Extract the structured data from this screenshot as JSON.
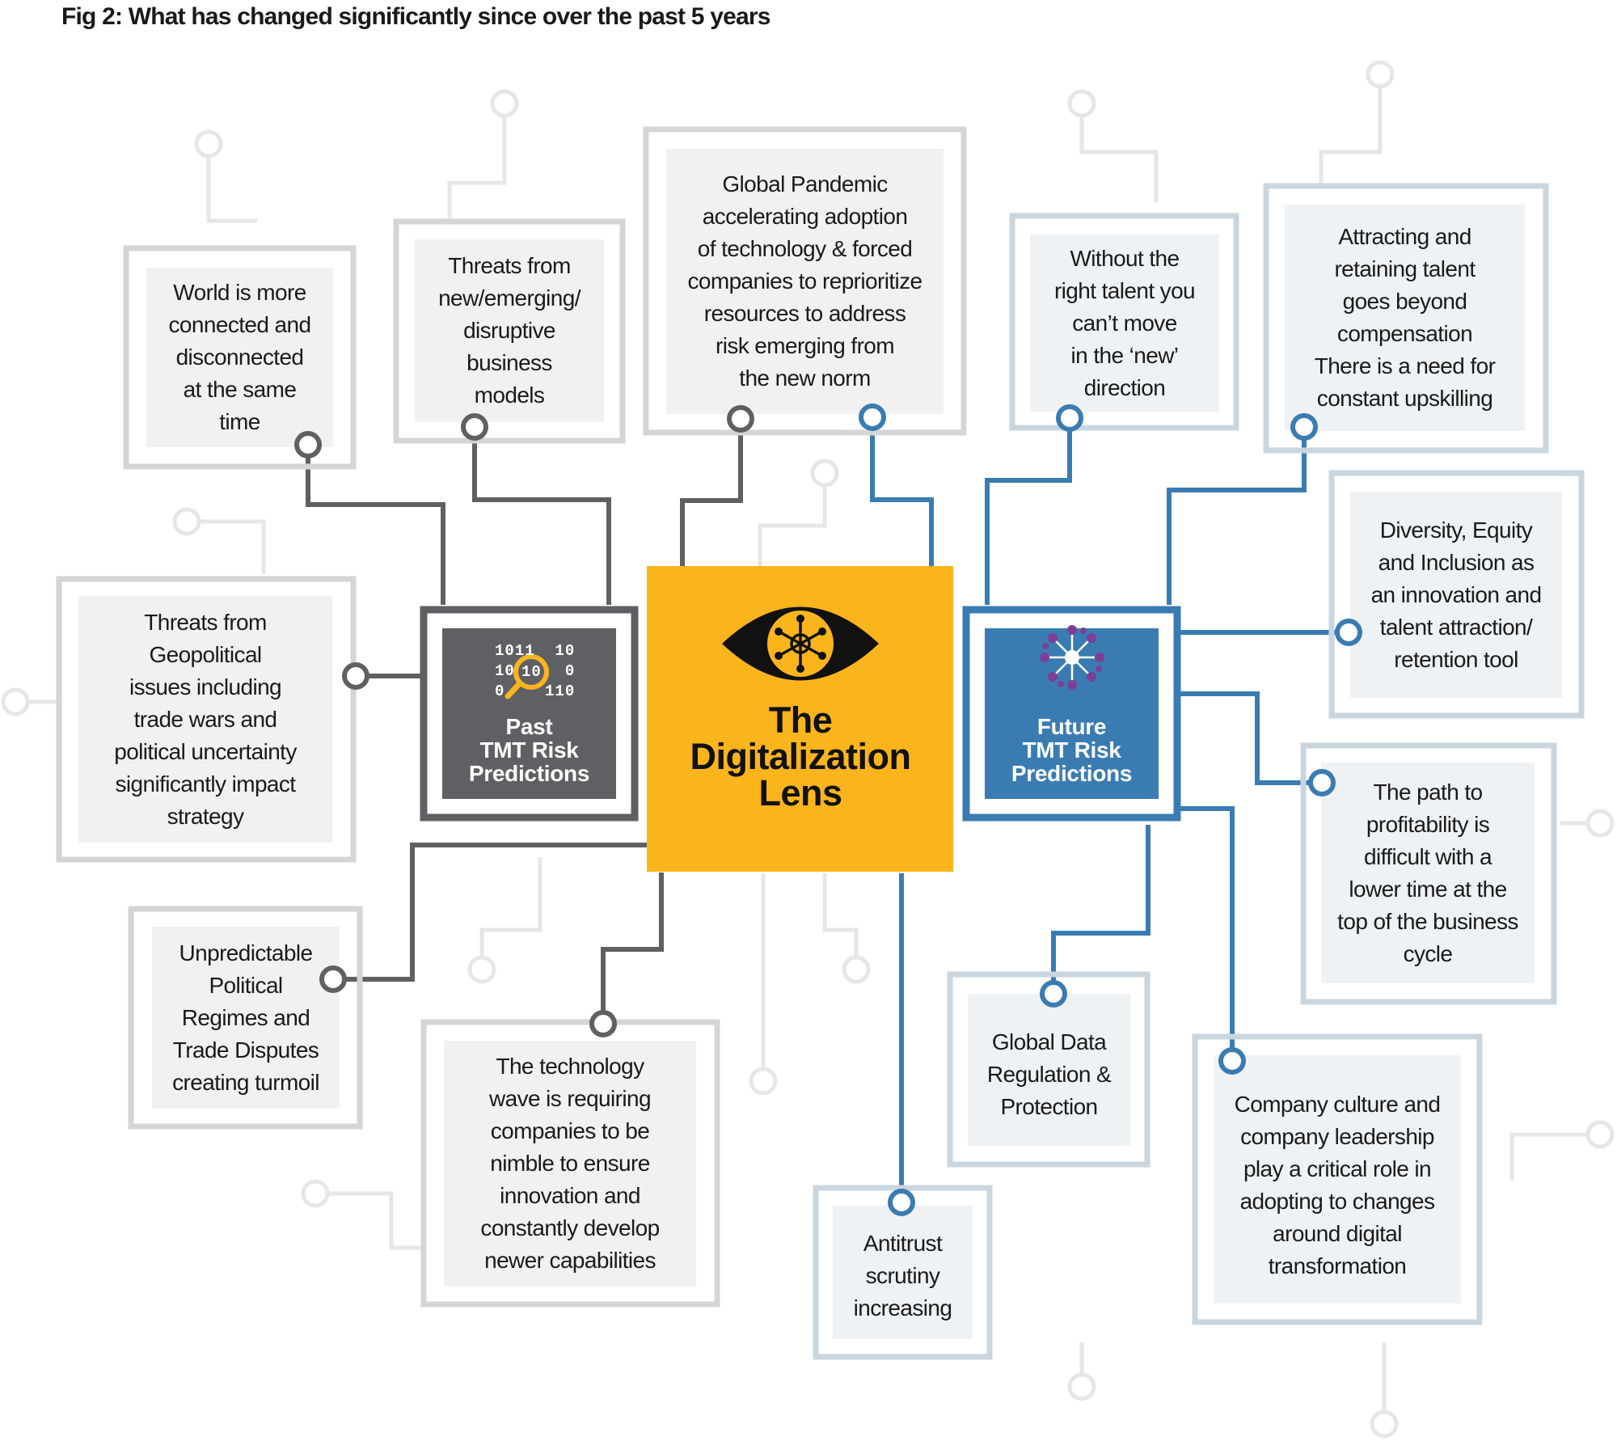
{
  "title": "Fig 2: What has changed significantly since over the past 5 years",
  "center": {
    "lines": [
      "The",
      "Digitalization",
      "Lens"
    ],
    "icon": "eye-with-network-icon"
  },
  "past": {
    "lines": [
      "Past",
      "TMT Risk",
      "Predictions"
    ],
    "icon": "binary-magnifier-icon",
    "binary_lines": [
      "1011  10",
      "10     0",
      "0    110"
    ],
    "magnifier_text": "10"
  },
  "future": {
    "lines": [
      "Future",
      "TMT Risk",
      "Predictions"
    ],
    "icon": "network-burst-icon"
  },
  "past_items": [
    {
      "lines": [
        "World is more",
        "connected and",
        "disconnected",
        "at the same",
        "time"
      ]
    },
    {
      "lines": [
        "Threats from",
        "new/emerging/",
        "disruptive",
        "business",
        "models"
      ]
    },
    {
      "lines": [
        "Global Pandemic",
        "accelerating adoption",
        "of technology & forced",
        "companies to reprioritize",
        "resources to address",
        "risk emerging from",
        "the new norm"
      ]
    },
    {
      "lines": [
        "Threats from",
        "Geopolitical",
        "issues including",
        "trade wars and",
        "political uncertainty",
        "significantly impact",
        "strategy"
      ]
    },
    {
      "lines": [
        "Unpredictable",
        "Political",
        "Regimes and",
        "Trade Disputes",
        "creating turmoil"
      ]
    },
    {
      "lines": [
        "The technology",
        "wave is requiring",
        "companies to be",
        "nimble to ensure",
        "innovation and",
        "constantly develop",
        "newer capabilities"
      ]
    }
  ],
  "future_items": [
    {
      "lines": [
        "Without the",
        "right talent you",
        "can’t move",
        "in the ‘new’",
        "direction"
      ]
    },
    {
      "lines": [
        "Attracting and",
        "retaining talent",
        "goes beyond",
        "compensation",
        "There is a need for",
        "constant upskilling"
      ]
    },
    {
      "lines": [
        "Diversity, Equity",
        "and Inclusion as",
        "an innovation and",
        "talent attraction/",
        "retention tool"
      ]
    },
    {
      "lines": [
        "The path to",
        "profitability is",
        "difficult with a",
        "lower time at the",
        "top of the business",
        "cycle"
      ]
    },
    {
      "lines": [
        "Global Data",
        "Regulation &",
        "Protection"
      ]
    },
    {
      "lines": [
        "Company culture and",
        "company leadership",
        "play a critical role in",
        "adopting to changes",
        "around digital",
        "transformation"
      ]
    },
    {
      "lines": [
        "Antitrust",
        "scrutiny",
        "increasing"
      ]
    }
  ],
  "colors": {
    "yellow": "#FBB51C",
    "past_dark": "#5F6063",
    "past_frame": "#D5D5D5",
    "past_fill": "#F1F1F1",
    "future_blue": "#3A7CB2",
    "future_frame": "#C9D6E0",
    "future_fill": "#EEF2F5",
    "trace": "#E6E6E6",
    "ink": "#1A1A1A"
  }
}
